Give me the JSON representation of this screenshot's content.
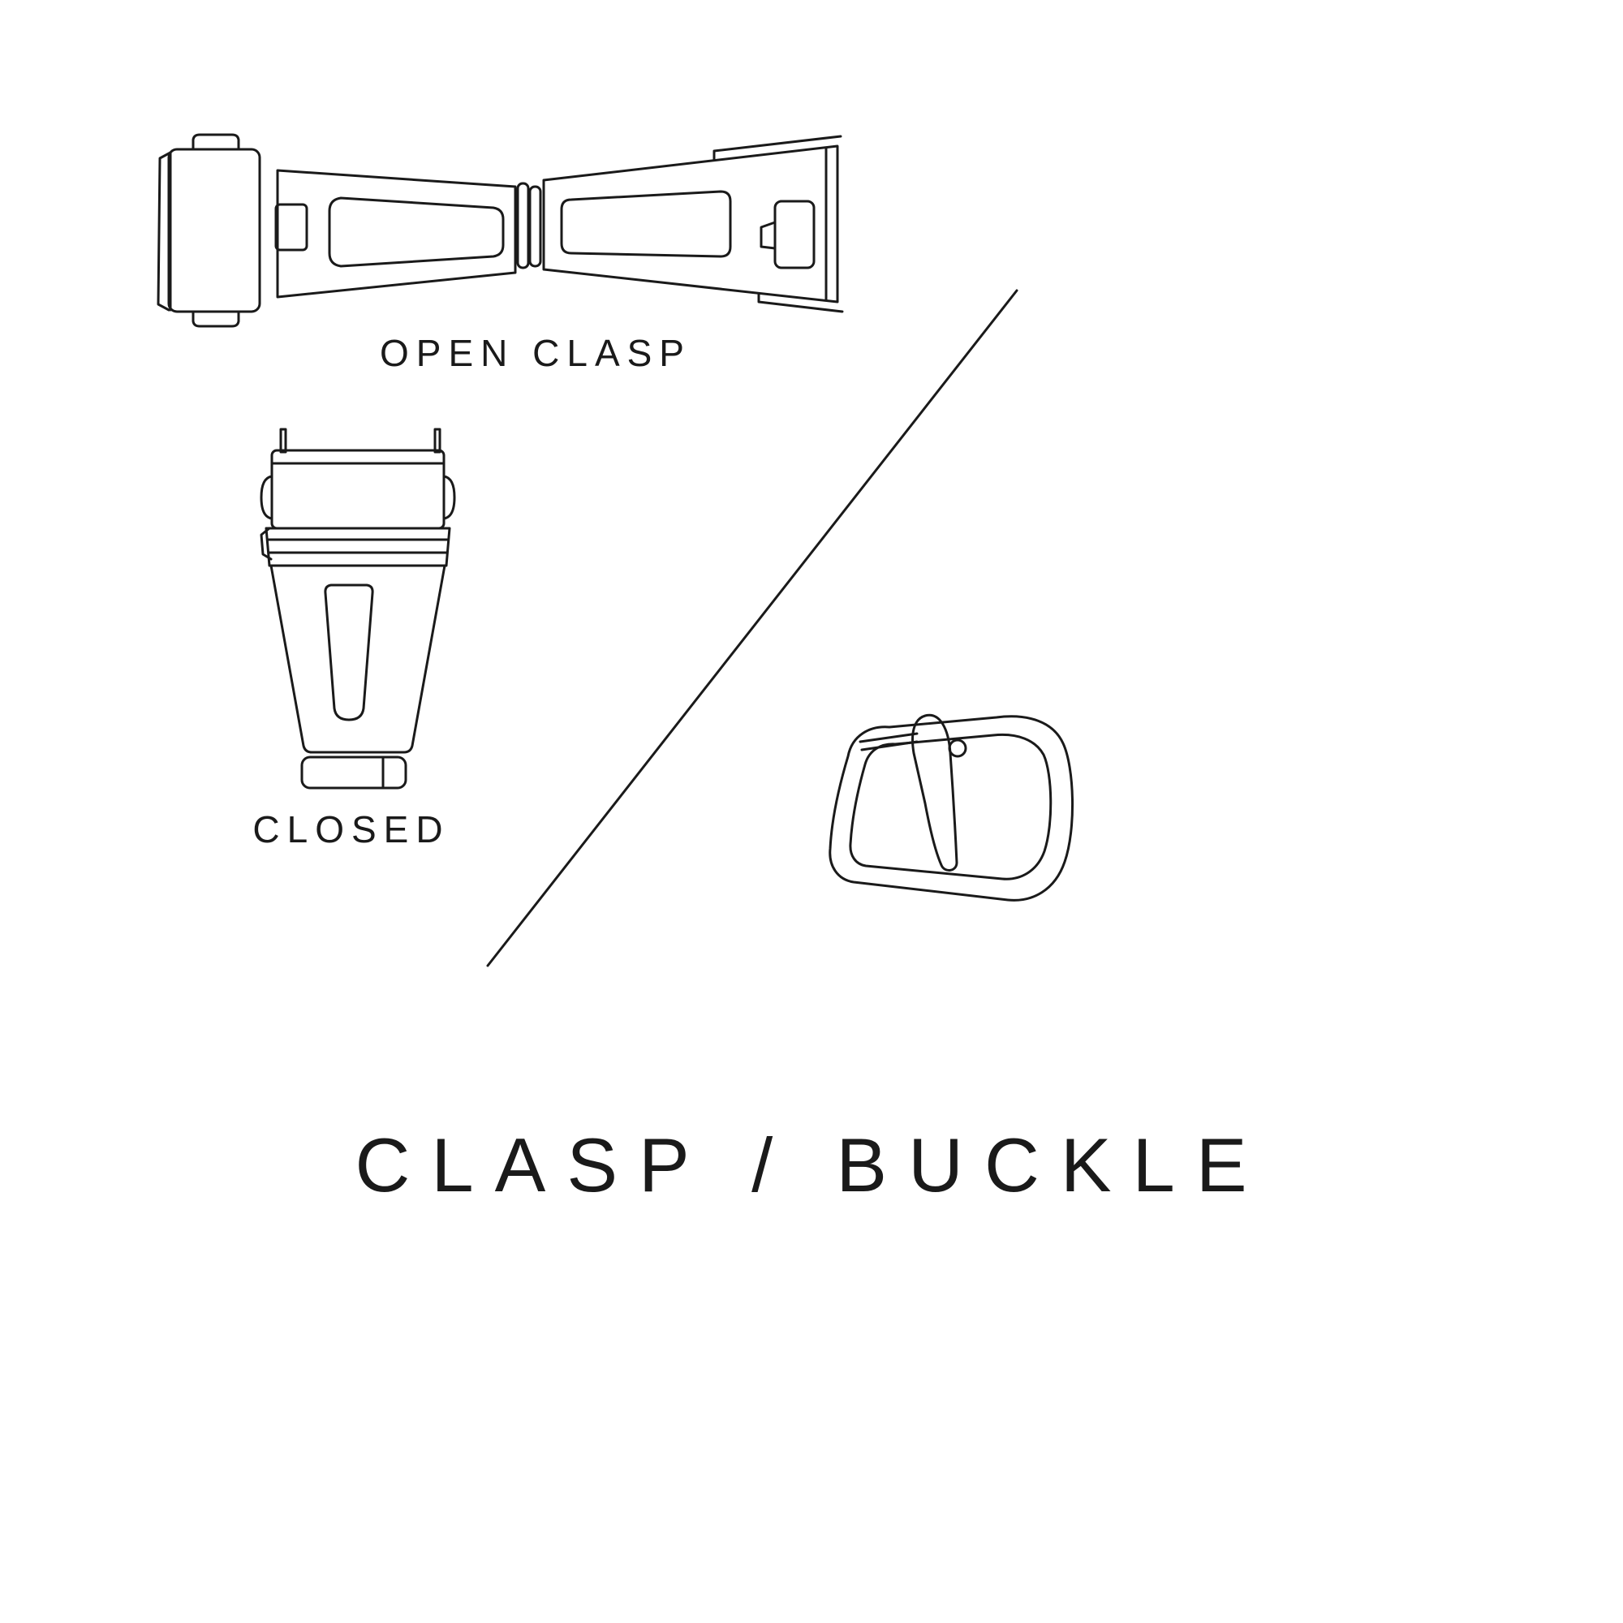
{
  "page": {
    "background_color": "#ffffff",
    "line_color": "#1a1a1a"
  },
  "diagram": {
    "title": "CLASP / BUCKLE",
    "labels": {
      "open_clasp": "OPEN CLASP",
      "closed": "CLOSED"
    },
    "illustrations": [
      "open-clasp-line-drawing",
      "closed-clasp-line-drawing",
      "tang-buckle-line-drawing",
      "diagonal-divider-line"
    ]
  }
}
